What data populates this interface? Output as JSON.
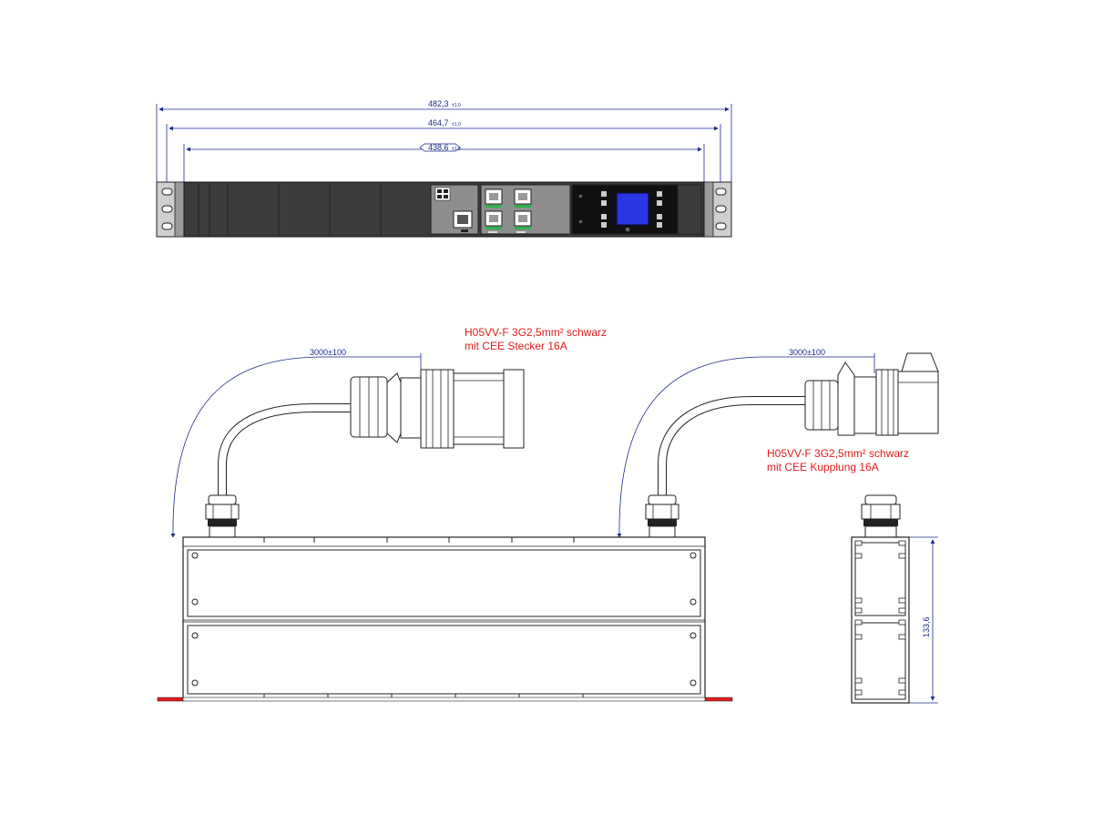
{
  "dimensions": {
    "width_1": {
      "value": "482,3",
      "tolerance": "±1,0"
    },
    "width_2": {
      "value": "464,7",
      "tolerance": "±1,0"
    },
    "width_3": {
      "value": "438,6",
      "tolerance": "±1,0"
    },
    "cable_left_length": "3000±100",
    "cable_right_length": "3000±100",
    "height": "133,6"
  },
  "notes": {
    "plug_cable": {
      "line1": "H05VV-F 3G2,5mm² schwarz",
      "line2": "mit CEE Stecker 16A"
    },
    "coupler_cable": {
      "line1": "H05VV-F 3G2,5mm² schwarz",
      "line2": "mit CEE Kupplung 16A"
    }
  },
  "colors": {
    "dimension": "#1a2a8a",
    "note": "#e31b1b",
    "display": "#2a36e6",
    "panel": "#3b3b3b"
  }
}
